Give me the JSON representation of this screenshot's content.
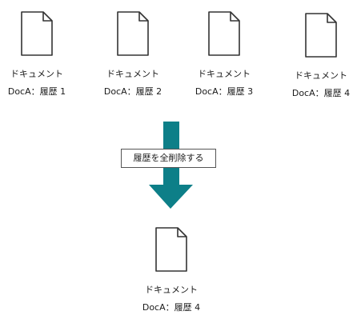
{
  "colors": {
    "arrow": "#0d7f88",
    "icon_stroke": "#333333",
    "label_border": "#555555"
  },
  "top_documents": [
    {
      "icon": "document-icon",
      "name": "ドキュメント",
      "version": "DocA：履歴 1"
    },
    {
      "icon": "document-icon",
      "name": "ドキュメント",
      "version": "DocA：履歴 2"
    },
    {
      "icon": "document-icon",
      "name": "ドキュメント",
      "version": "DocA：履歴 3"
    },
    {
      "icon": "document-icon",
      "name": "ドキュメント",
      "version": "DocA：履歴 4"
    }
  ],
  "action": {
    "icon": "down-arrow-icon",
    "label": "履歴を全削除する"
  },
  "result_document": {
    "icon": "document-icon",
    "name": "ドキュメント",
    "version": "DocA：履歴 4"
  }
}
